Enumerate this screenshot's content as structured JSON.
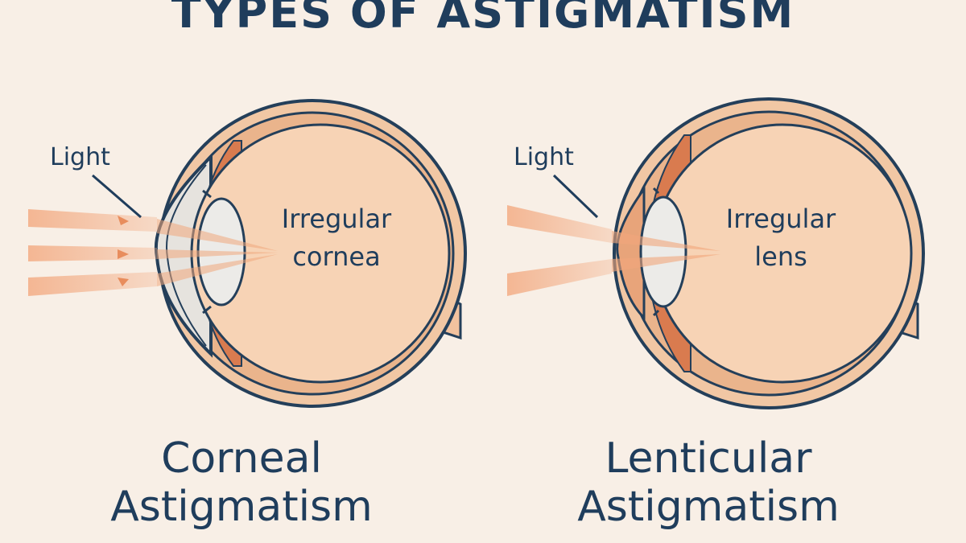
{
  "title": "TYPES OF ASTIGMATISM",
  "left": {
    "light_label": "Light",
    "inner_label_line1": "Irregular",
    "inner_label_line2": "cornea",
    "caption_line1": "Corneal",
    "caption_line2": "Astigmatism"
  },
  "right": {
    "light_label": "Light",
    "inner_label_line1": "Irregular",
    "inner_label_line2": "lens",
    "caption_line1": "Lenticular",
    "caption_line2": "Astigmatism"
  },
  "colors": {
    "background": "#f8efe6",
    "text": "#1f3d5c",
    "eye_fill": "#f7d3b5",
    "eye_stroke": "#243f5a",
    "sclera_band": "#eab48c",
    "iris": "#d97b4f",
    "lens": "#ecebe8",
    "light_ray": "#f1a77c"
  }
}
